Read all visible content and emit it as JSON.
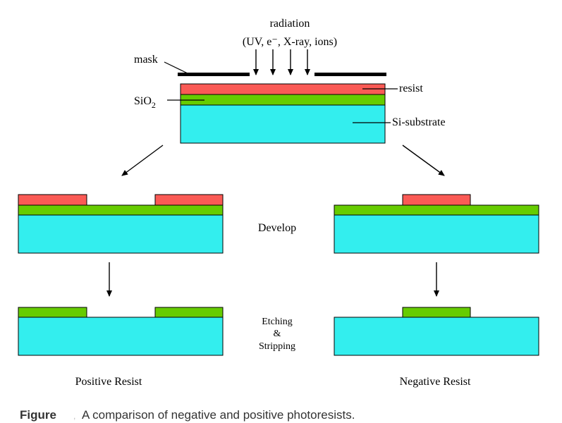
{
  "colors": {
    "resist": "#fa5a55",
    "oxide": "#66cc00",
    "substrate": "#33eeee",
    "outline": "#000000",
    "mask": "#000000"
  },
  "labels": {
    "radiation": "radiation",
    "radiation_types": "(UV, e⁻, X-ray, ions)",
    "mask": "mask",
    "sio2_prefix": "SiO",
    "sio2_sub": "2",
    "resist": "resist",
    "substrate": "Si-substrate",
    "develop": "Develop",
    "etch_1": "Etching",
    "etch_2": "&",
    "etch_3": "Stripping",
    "positive": "Positive Resist",
    "negative": "Negative Resist"
  },
  "caption": {
    "prefix": "Figure",
    "separator": ",",
    "text": "A comparison of negative and positive photoresists."
  }
}
